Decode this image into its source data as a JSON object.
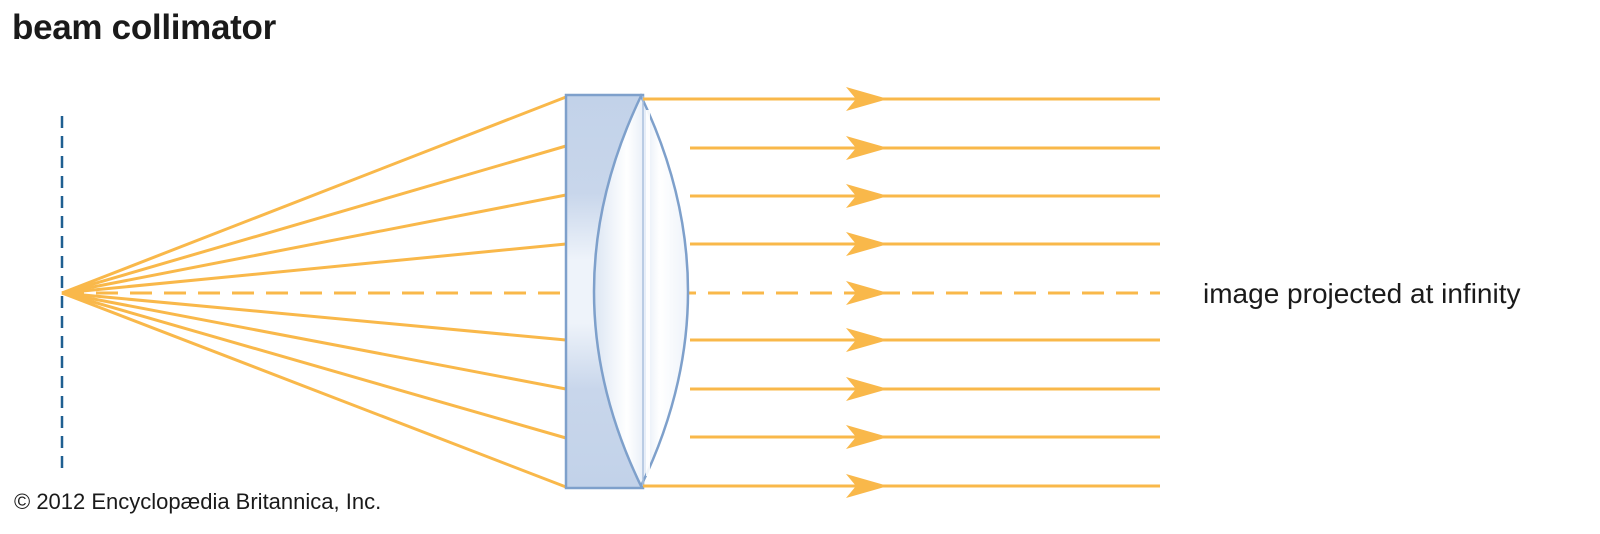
{
  "title": "beam collimator",
  "label": "image projected at infinity",
  "credit": "© 2012 Encyclopædia Britannica, Inc.",
  "colors": {
    "ray": "#f9b84a",
    "source_plane": "#1f5f91",
    "lens_outline": "#7ea0cb",
    "lens_block_fill": "#c2d2e9",
    "text": "#1a1a1a"
  },
  "icons": {
    "arrowhead": "ray-arrow-icon"
  }
}
